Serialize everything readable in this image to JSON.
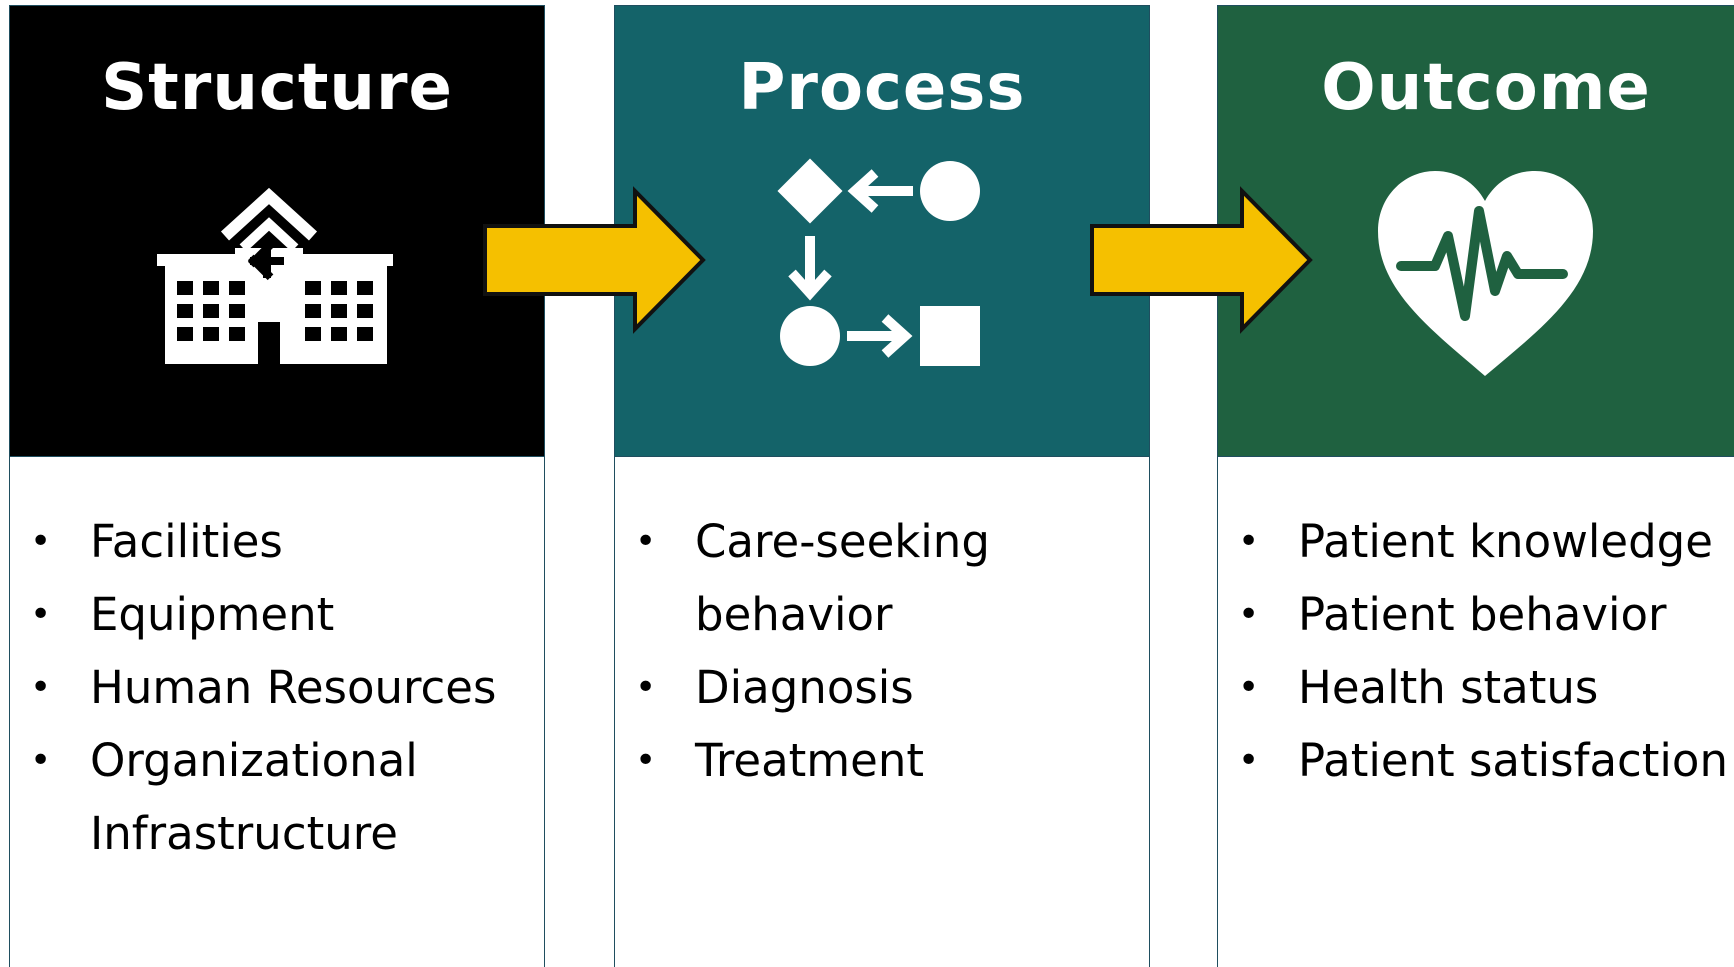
{
  "colors": {
    "structure_header": "#000000",
    "process_header": "#146369",
    "outcome_header": "#1f6140",
    "arrow_fill": "#f5c000",
    "arrow_stroke": "#111111"
  },
  "columns": [
    {
      "title": "Structure",
      "icon": "hospital-icon",
      "items": [
        "Facilities",
        "Equipment",
        "Human Resources",
        "Organizational Infrastructure"
      ]
    },
    {
      "title": "Process",
      "icon": "process-flow-icon",
      "items": [
        "Care-seeking behavior",
        "Diagnosis",
        "Treatment"
      ]
    },
    {
      "title": "Outcome",
      "icon": "heart-pulse-icon",
      "items": [
        "Patient knowledge",
        "Patient behavior",
        "Health status",
        "Patient satisfaction"
      ]
    }
  ],
  "bullet_char": "•"
}
